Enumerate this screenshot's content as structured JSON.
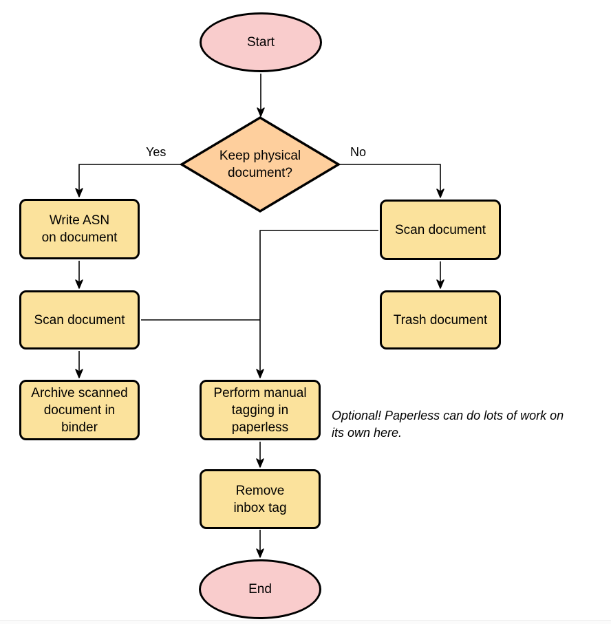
{
  "diagram_type": "flowchart",
  "colors": {
    "terminal_fill": "#F9CCCC",
    "decision_fill": "#FECF9D",
    "process_fill": "#FBE29C",
    "stroke": "#000000",
    "text": "#000000"
  },
  "nodes": {
    "start": {
      "label": "Start",
      "shape": "ellipse"
    },
    "decision": {
      "label": "Keep physical\ndocument?",
      "shape": "diamond"
    },
    "write_asn": {
      "label": "Write ASN\non document",
      "shape": "process"
    },
    "scan_left": {
      "label": "Scan document",
      "shape": "process"
    },
    "archive": {
      "label": "Archive scanned\ndocument in\nbinder",
      "shape": "process"
    },
    "scan_right": {
      "label": "Scan document",
      "shape": "process"
    },
    "trash": {
      "label": "Trash document",
      "shape": "process"
    },
    "tagging": {
      "label": "Perform manual\ntagging in\npaperless",
      "shape": "process"
    },
    "remove_inbox": {
      "label": "Remove\ninbox tag",
      "shape": "process"
    },
    "end": {
      "label": "End",
      "shape": "ellipse"
    }
  },
  "edge_labels": {
    "yes": "Yes",
    "no": "No"
  },
  "edges": [
    "start -> decision",
    "decision -(Yes)-> write_asn",
    "decision -(No)-> scan_right",
    "write_asn -> scan_left",
    "scan_left -> archive",
    "scan_left -> tagging",
    "scan_right -> trash",
    "scan_right -> tagging",
    "tagging -> remove_inbox",
    "remove_inbox -> end"
  ],
  "annotation": {
    "text": "Optional! Paperless can do lots of work on\nits own here."
  }
}
